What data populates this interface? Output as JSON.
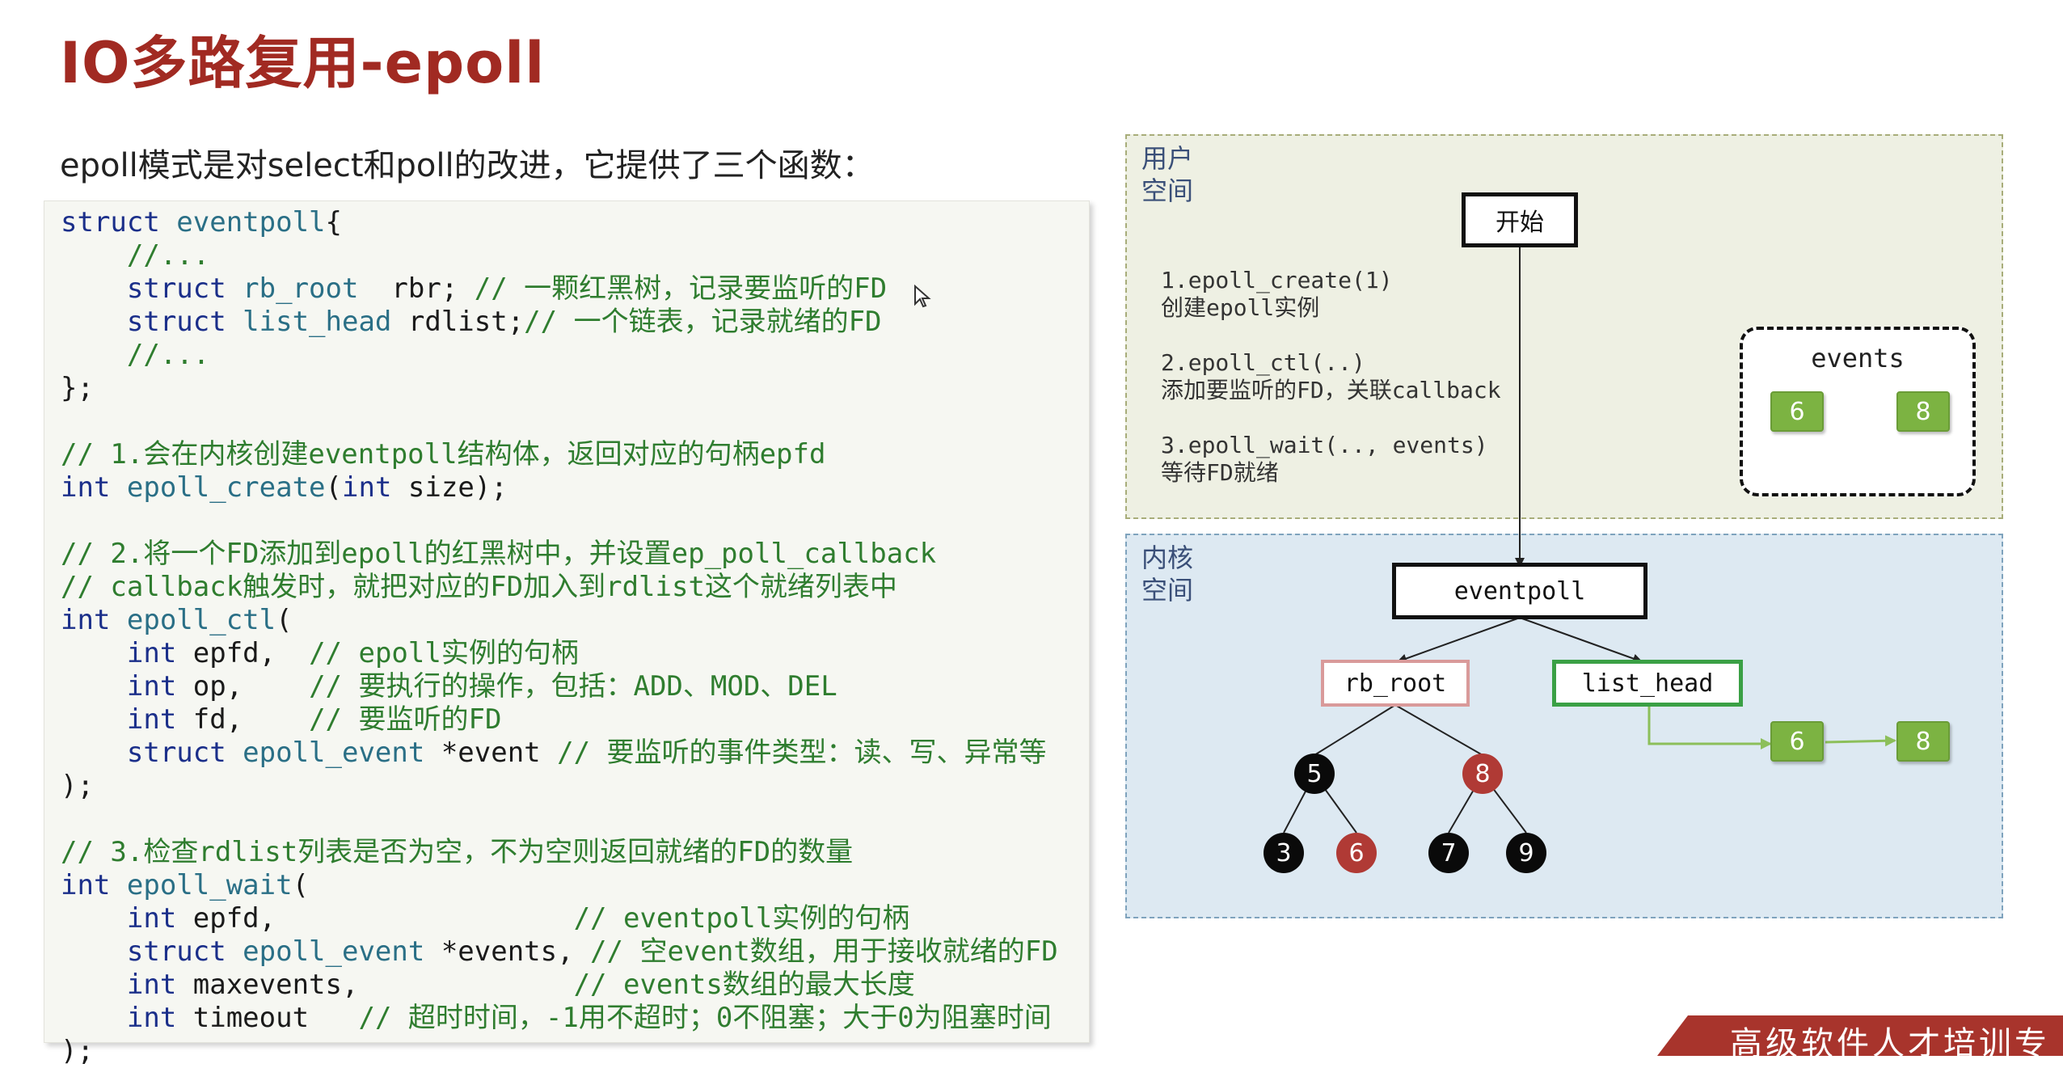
{
  "title": "IO多路复用-epoll",
  "subtitle": "epoll模式是对select和poll的改进，它提供了三个函数：",
  "code_lines": [
    [
      [
        "kw",
        "struct "
      ],
      [
        "ty",
        "eventpoll"
      ],
      [
        "",
        "{"
      ]
    ],
    [
      [
        "cm",
        "    //..."
      ]
    ],
    [
      [
        "kw",
        "    struct "
      ],
      [
        "ty",
        "rb_root  "
      ],
      [
        "",
        "rbr; "
      ],
      [
        "cm",
        "// 一颗红黑树，记录要监听的FD"
      ]
    ],
    [
      [
        "kw",
        "    struct "
      ],
      [
        "ty",
        "list_head "
      ],
      [
        "",
        "rdlist;"
      ],
      [
        "cm",
        "// 一个链表，记录就绪的FD"
      ]
    ],
    [
      [
        "cm",
        "    //..."
      ]
    ],
    [
      [
        "",
        "};"
      ]
    ],
    [
      [
        "",
        "  "
      ]
    ],
    [
      [
        "cm",
        "// 1.会在内核创建eventpoll结构体，返回对应的句柄epfd"
      ]
    ],
    [
      [
        "kw",
        "int "
      ],
      [
        "ty",
        "epoll_create"
      ],
      [
        "",
        "("
      ],
      [
        "kw",
        "int "
      ],
      [
        "",
        "size);"
      ]
    ],
    [
      [
        "",
        "  "
      ]
    ],
    [
      [
        "cm",
        "// 2.将一个FD添加到epoll的红黑树中，并设置ep_poll_callback"
      ]
    ],
    [
      [
        "cm",
        "// callback触发时，就把对应的FD加入到rdlist这个就绪列表中"
      ]
    ],
    [
      [
        "kw",
        "int "
      ],
      [
        "ty",
        "epoll_ctl"
      ],
      [
        "",
        "("
      ]
    ],
    [
      [
        "kw",
        "    int "
      ],
      [
        "",
        "epfd,  "
      ],
      [
        "cm",
        "// epoll实例的句柄"
      ]
    ],
    [
      [
        "kw",
        "    int "
      ],
      [
        "",
        "op,    "
      ],
      [
        "cm",
        "// 要执行的操作，包括：ADD、MOD、DEL"
      ]
    ],
    [
      [
        "kw",
        "    int "
      ],
      [
        "",
        "fd,    "
      ],
      [
        "cm",
        "// 要监听的FD"
      ]
    ],
    [
      [
        "kw",
        "    struct "
      ],
      [
        "ty",
        "epoll_event "
      ],
      [
        "",
        "*event "
      ],
      [
        "cm",
        "// 要监听的事件类型：读、写、异常等"
      ]
    ],
    [
      [
        "",
        ");"
      ]
    ],
    [
      [
        "",
        "  "
      ]
    ],
    [
      [
        "cm",
        "// 3.检查rdlist列表是否为空，不为空则返回就绪的FD的数量"
      ]
    ],
    [
      [
        "kw",
        "int "
      ],
      [
        "ty",
        "epoll_wait"
      ],
      [
        "",
        "("
      ]
    ],
    [
      [
        "kw",
        "    int "
      ],
      [
        "",
        "epfd,                  "
      ],
      [
        "cm",
        "// eventpoll实例的句柄"
      ]
    ],
    [
      [
        "kw",
        "    struct "
      ],
      [
        "ty",
        "epoll_event "
      ],
      [
        "",
        "*events, "
      ],
      [
        "cm",
        "// 空event数组，用于接收就绪的FD"
      ]
    ],
    [
      [
        "kw",
        "    int "
      ],
      [
        "",
        "maxevents,             "
      ],
      [
        "cm",
        "// events数组的最大长度"
      ]
    ],
    [
      [
        "kw",
        "    int "
      ],
      [
        "",
        "timeout   "
      ],
      [
        "cm",
        "// 超时时间，-1用不超时；0不阻塞；大于0为阻塞时间"
      ]
    ],
    [
      [
        "",
        ");"
      ]
    ]
  ],
  "diagram": {
    "user_space_label": "用户空间",
    "kernel_space_label": "内核空间",
    "start_label": "开始",
    "steps": [
      {
        "call": "1.epoll_create(1)",
        "desc": "创建epoll实例"
      },
      {
        "call": "2.epoll_ctl(..)",
        "desc": "添加要监听的FD，关联callback"
      },
      {
        "call": "3.epoll_wait(.., events)",
        "desc": "等待FD就绪"
      }
    ],
    "events_label": "events",
    "events_items": [
      "6",
      "8"
    ],
    "eventpoll_label": "eventpoll",
    "rb_root_label": "rb_root",
    "list_head_label": "list_head",
    "tree_nodes": [
      {
        "value": "5",
        "color": "black"
      },
      {
        "value": "8",
        "color": "red"
      },
      {
        "value": "3",
        "color": "black"
      },
      {
        "value": "6",
        "color": "red"
      },
      {
        "value": "7",
        "color": "black"
      },
      {
        "value": "9",
        "color": "black"
      }
    ],
    "list_items": [
      "6",
      "8"
    ]
  },
  "footer_ribbon": "高级软件人才培训专",
  "colors": {
    "title": "#a12a22",
    "keyword": "#1b2f8a",
    "type": "#2a6f86",
    "comment": "#2f7d2f",
    "rb_root_border": "#d99a9a",
    "list_head_border": "#3aa045",
    "green_box": "#7cb342",
    "red_node": "#b03a35"
  }
}
